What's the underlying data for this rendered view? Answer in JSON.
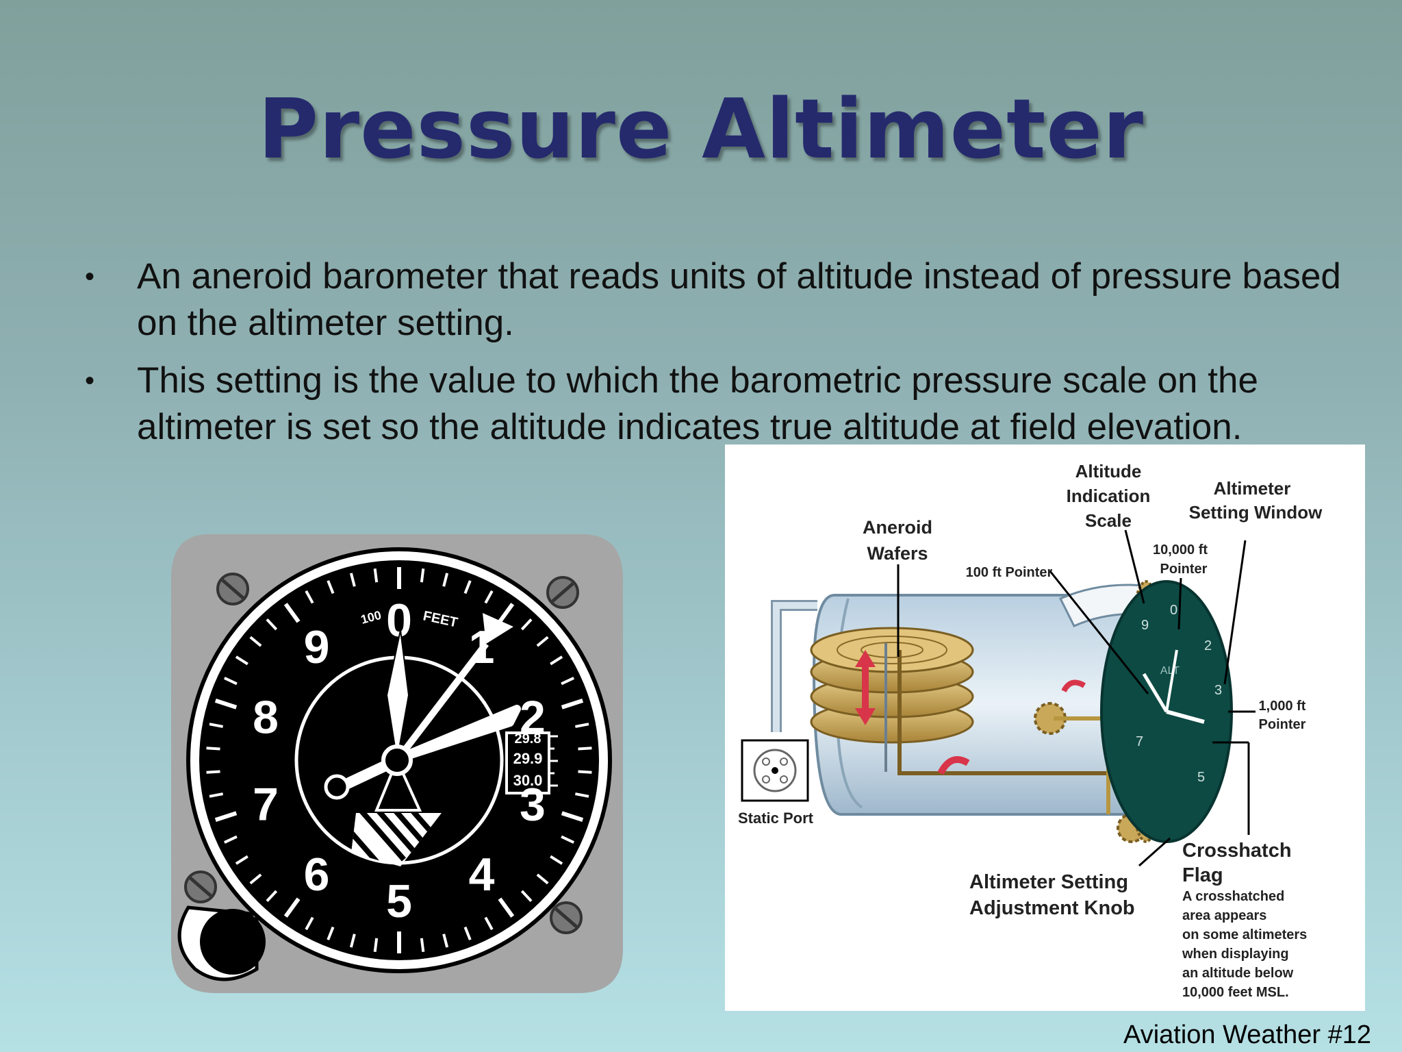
{
  "slide": {
    "title": "Pressure Altimeter",
    "bullets": [
      "An aneroid barometer that reads units of altitude instead of pressure based on the altimeter setting.",
      "This setting is the value to which the barometric pressure scale on the altimeter is set so the altitude indicates true altitude at field elevation."
    ],
    "footer": "Aviation Weather #12"
  },
  "gauge": {
    "numbers": [
      "0",
      "1",
      "2",
      "3",
      "4",
      "5",
      "6",
      "7",
      "8",
      "9"
    ],
    "label_100": "100",
    "label_feet": "FEET",
    "kollsman": [
      "29.8",
      "29.9",
      "30.0"
    ]
  },
  "diagram": {
    "altitude_indication_scale": [
      "Altitude",
      "Indication",
      "Scale"
    ],
    "altimeter_setting_window": [
      "Altimeter",
      "Setting Window"
    ],
    "aneroid_wafers": [
      "Aneroid",
      "Wafers"
    ],
    "ten_thousand_pointer": [
      "10,000 ft",
      "Pointer"
    ],
    "hundred_pointer": "100 ft Pointer",
    "thousand_pointer": [
      "1,000 ft",
      "Pointer"
    ],
    "static_port": "Static Port",
    "crosshatch_flag": [
      "Crosshatch",
      "Flag"
    ],
    "crosshatch_desc": [
      "A crosshatched",
      "area appears",
      "on some altimeters",
      "when displaying",
      "an altitude below",
      "10,000 feet MSL."
    ],
    "adjustment_knob": [
      "Altimeter Setting",
      "Adjustment Knob"
    ],
    "face_label": "ALT"
  },
  "colors": {
    "title": "#252a6d",
    "gauge_face": "#000000",
    "gauge_case": "#a6a6a6",
    "diagram_face": "#0d4a44",
    "wafer": "#c9a85a",
    "arrow_red": "#d8354a"
  }
}
